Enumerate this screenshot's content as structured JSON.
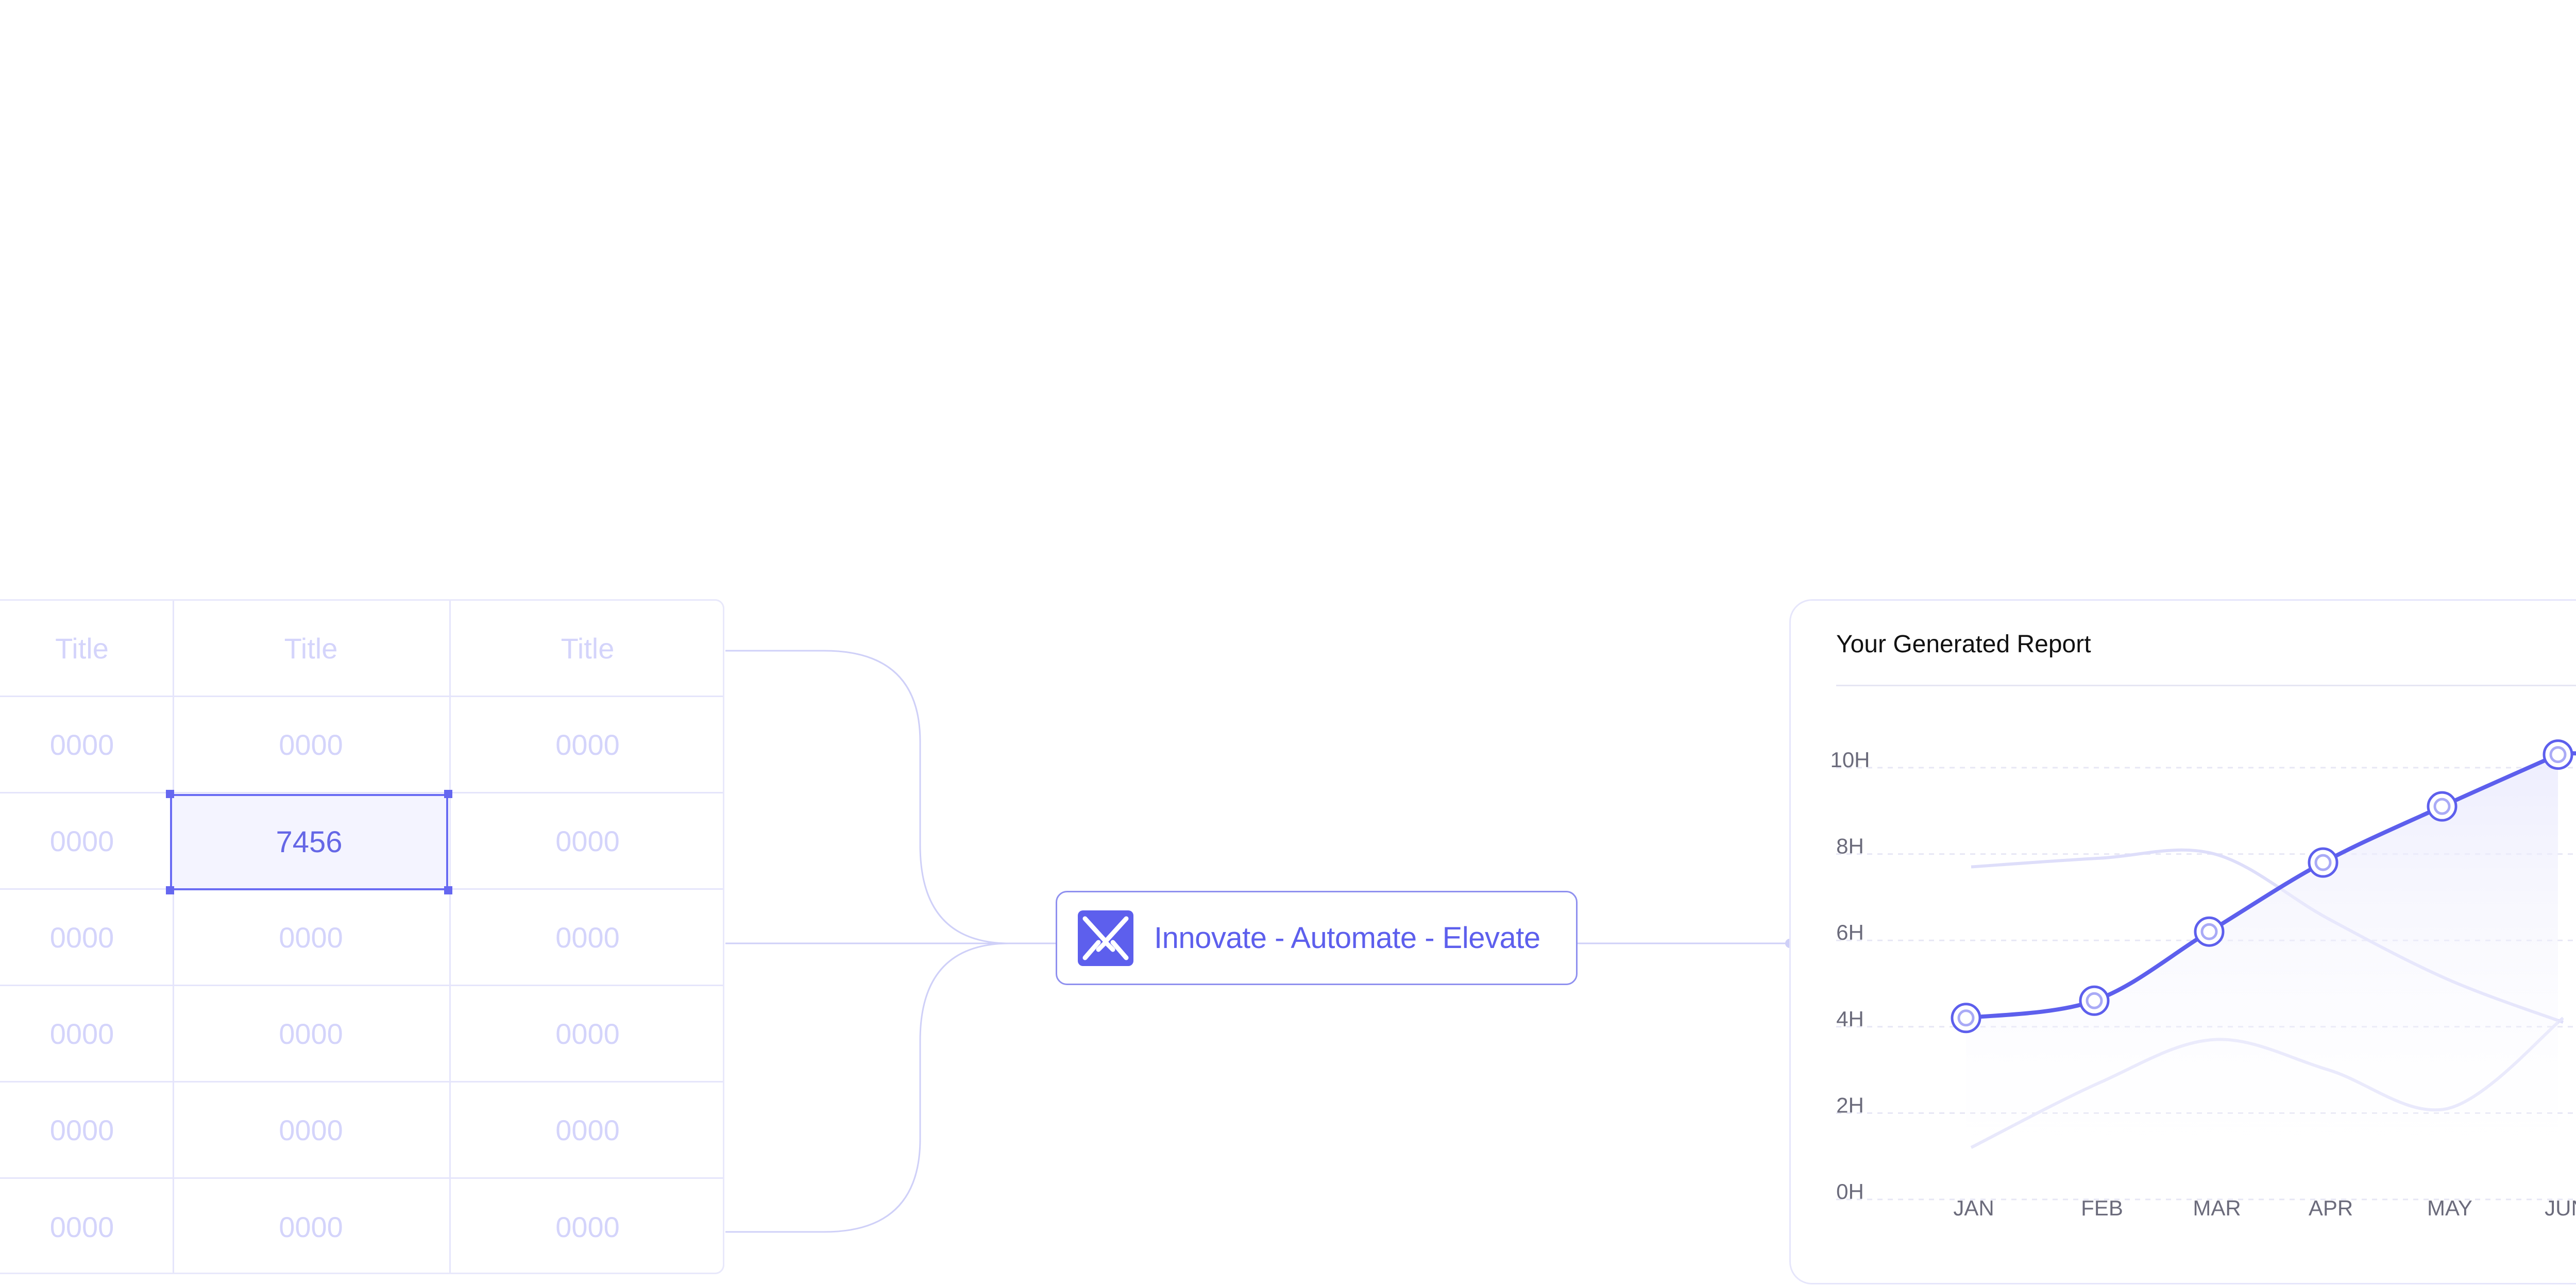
{
  "table": {
    "headers": [
      "Title",
      "Title",
      "Title"
    ],
    "rows": [
      [
        "0000",
        "0000",
        "0000"
      ],
      [
        "0000",
        "",
        "0000"
      ],
      [
        "0000",
        "0000",
        "0000"
      ],
      [
        "0000",
        "0000",
        "0000"
      ],
      [
        "0000",
        "0000",
        "0000"
      ],
      [
        "0000",
        "0000",
        "0000"
      ]
    ],
    "selected_value": "7456"
  },
  "node": {
    "label": "Innovate - Automate - Elevate",
    "icon": "logo-icon"
  },
  "report": {
    "title": "Your Generated Report",
    "tooltip_value": "10"
  },
  "colors": {
    "accent": "#5d5fed",
    "muted_text": "#d4d4fb",
    "grid": "#e5e5fb"
  },
  "chart_data": {
    "type": "line",
    "categories": [
      "JAN",
      "FEB",
      "MAR",
      "APR",
      "MAY",
      "JUN"
    ],
    "y_ticks": [
      "0H",
      "2H",
      "4H",
      "6H",
      "8H",
      "10H"
    ],
    "ylim": [
      0,
      10
    ],
    "series": [
      {
        "values": [
          4.0,
          4.4,
          6.0,
          7.6,
          8.9,
          10.1
        ]
      },
      {
        "values": [
          7.5,
          7.7,
          7.8,
          6.3,
          4.9,
          3.9
        ]
      },
      {
        "values": [
          1.0,
          2.5,
          3.5,
          2.8,
          1.9,
          4.0
        ]
      }
    ],
    "grid": true
  }
}
